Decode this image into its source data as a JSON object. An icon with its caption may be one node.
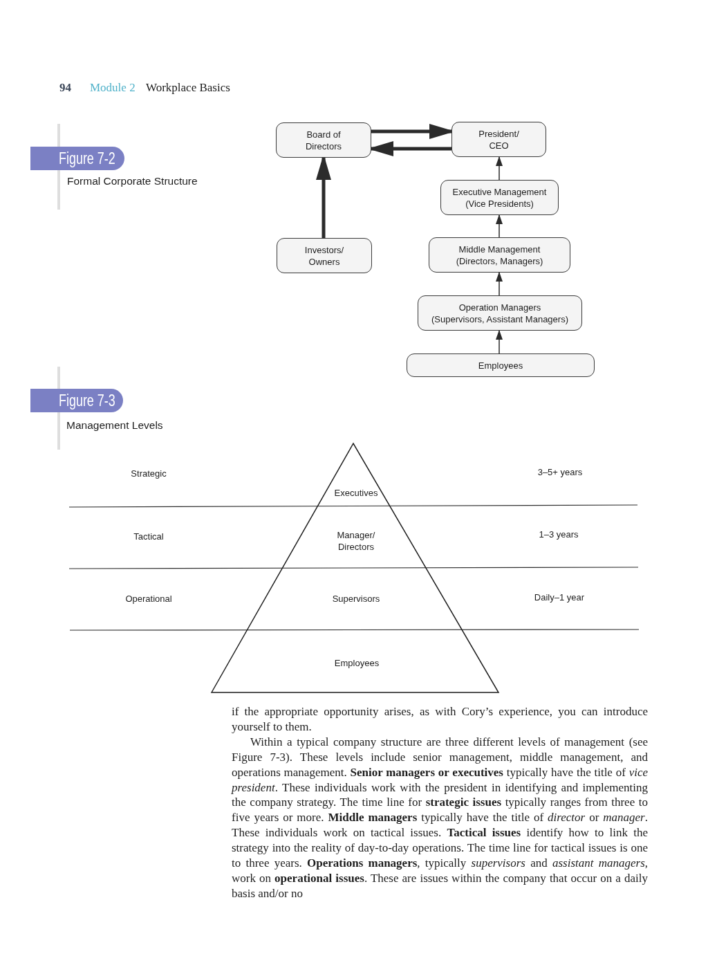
{
  "diagram": {
    "nodes": [
      {
        "text": [
          "Board of Directors"
        ]
      },
      {
        "text": [
          "President/ CEO"
        ]
      },
      {
        "text": [
          "Executive Management",
          "(Vice Presidents)"
        ]
      },
      {
        "text": [
          "Investors/ Owners"
        ]
      },
      {
        "text": [
          "Middle Management",
          "(Directors, Managers)"
        ]
      },
      {
        "text": [
          "Operation Managers",
          "(Supervisors, Assistant Managers)"
        ]
      },
      {
        "text": [
          "Employees"
        ]
      },
      {
        "text": [
          "Executives",
          "Manager/ Directors",
          "Supervisors",
          "Employees"
        ]
      }
    ],
    "edges": [
      {
        "from": 0,
        "to": 1,
        "arrow": "to",
        "style": "thick"
      },
      {
        "from": 1,
        "to": 0,
        "arrow": "to",
        "style": "thick"
      },
      {
        "from": 3,
        "to": 0,
        "arrow": "to",
        "style": "thick"
      },
      {
        "from": 2,
        "to": 1,
        "arrow": "to"
      },
      {
        "from": 4,
        "to": 2,
        "arrow": "to"
      },
      {
        "from": 5,
        "to": 4,
        "arrow": "to"
      },
      {
        "from": 6,
        "to": 5,
        "arrow": "to"
      }
    ],
    "labels": [
      "94",
      "Module 2",
      "Workplace Basics",
      "Figure 7-2",
      "Formal Corporate Structure",
      "Figure 7-3",
      "Management Levels",
      "Strategic",
      "3–5+ years",
      "Tactical",
      "1–3 years",
      "Operational",
      "Daily–1 year",
      "if the appropriate opportunity arises, as with Cory’s experience, you can introduce yourself to them.",
      "Within a typical company structure are three different levels of management (see Figure 7-3). These levels include senior management, middle management, and operations management. **Senior managers or executives** typically have the title of *vice president*. These individuals work with the president in identifying and implementing the company strategy. The time line for **strategic issues** typically ranges from three to five years or more. **Middle managers** typically have the title of *director* or *manager*. These individuals work on tactical issues. **Tactical issues** identify how to link the strategy into the reality of day-to-day operations. The time line for tactical issues is one to three years. **Operations managers**, typically *supervisors* and *assistant managers*, work on **operational issues**. These are issues within the company that occur on a daily basis and/or no"
    ]
  }
}
